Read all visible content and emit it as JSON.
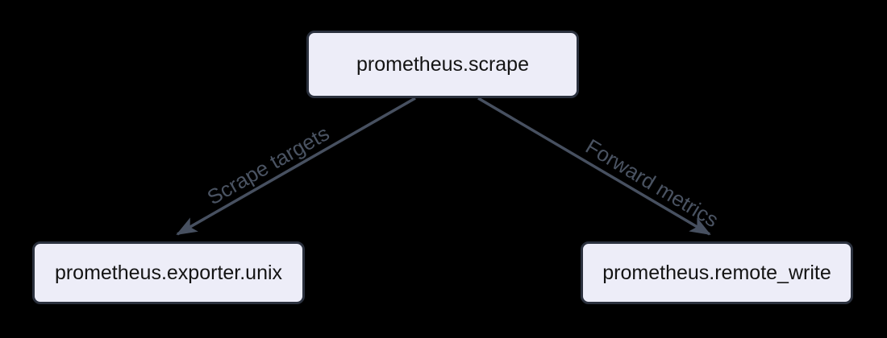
{
  "diagram": {
    "type": "flowchart",
    "background_color": "#000000",
    "node_fill_color": "#EDEDF8",
    "node_border_color": "#2B313E",
    "node_text_color": "#141414",
    "edge_color": "#475060",
    "nodes": [
      {
        "id": "scrape",
        "label": "prometheus.scrape"
      },
      {
        "id": "exporter",
        "label": "prometheus.exporter.unix"
      },
      {
        "id": "remote_write",
        "label": "prometheus.remote_write"
      }
    ],
    "edges": [
      {
        "from": "scrape",
        "to": "exporter",
        "label": "Scrape targets"
      },
      {
        "from": "scrape",
        "to": "remote_write",
        "label": "Forward metrics"
      }
    ]
  }
}
